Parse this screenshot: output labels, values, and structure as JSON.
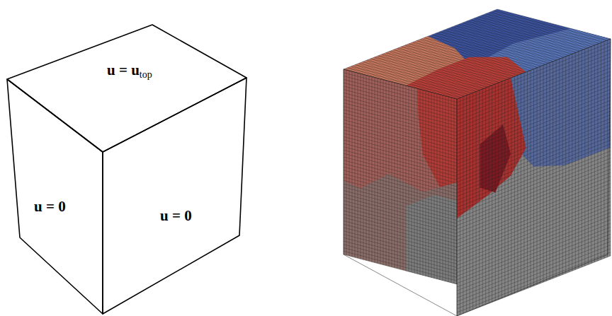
{
  "diagram": {
    "labels": [
      "u = u",
      "top",
      "u = 0",
      "u = 0"
    ]
  }
}
